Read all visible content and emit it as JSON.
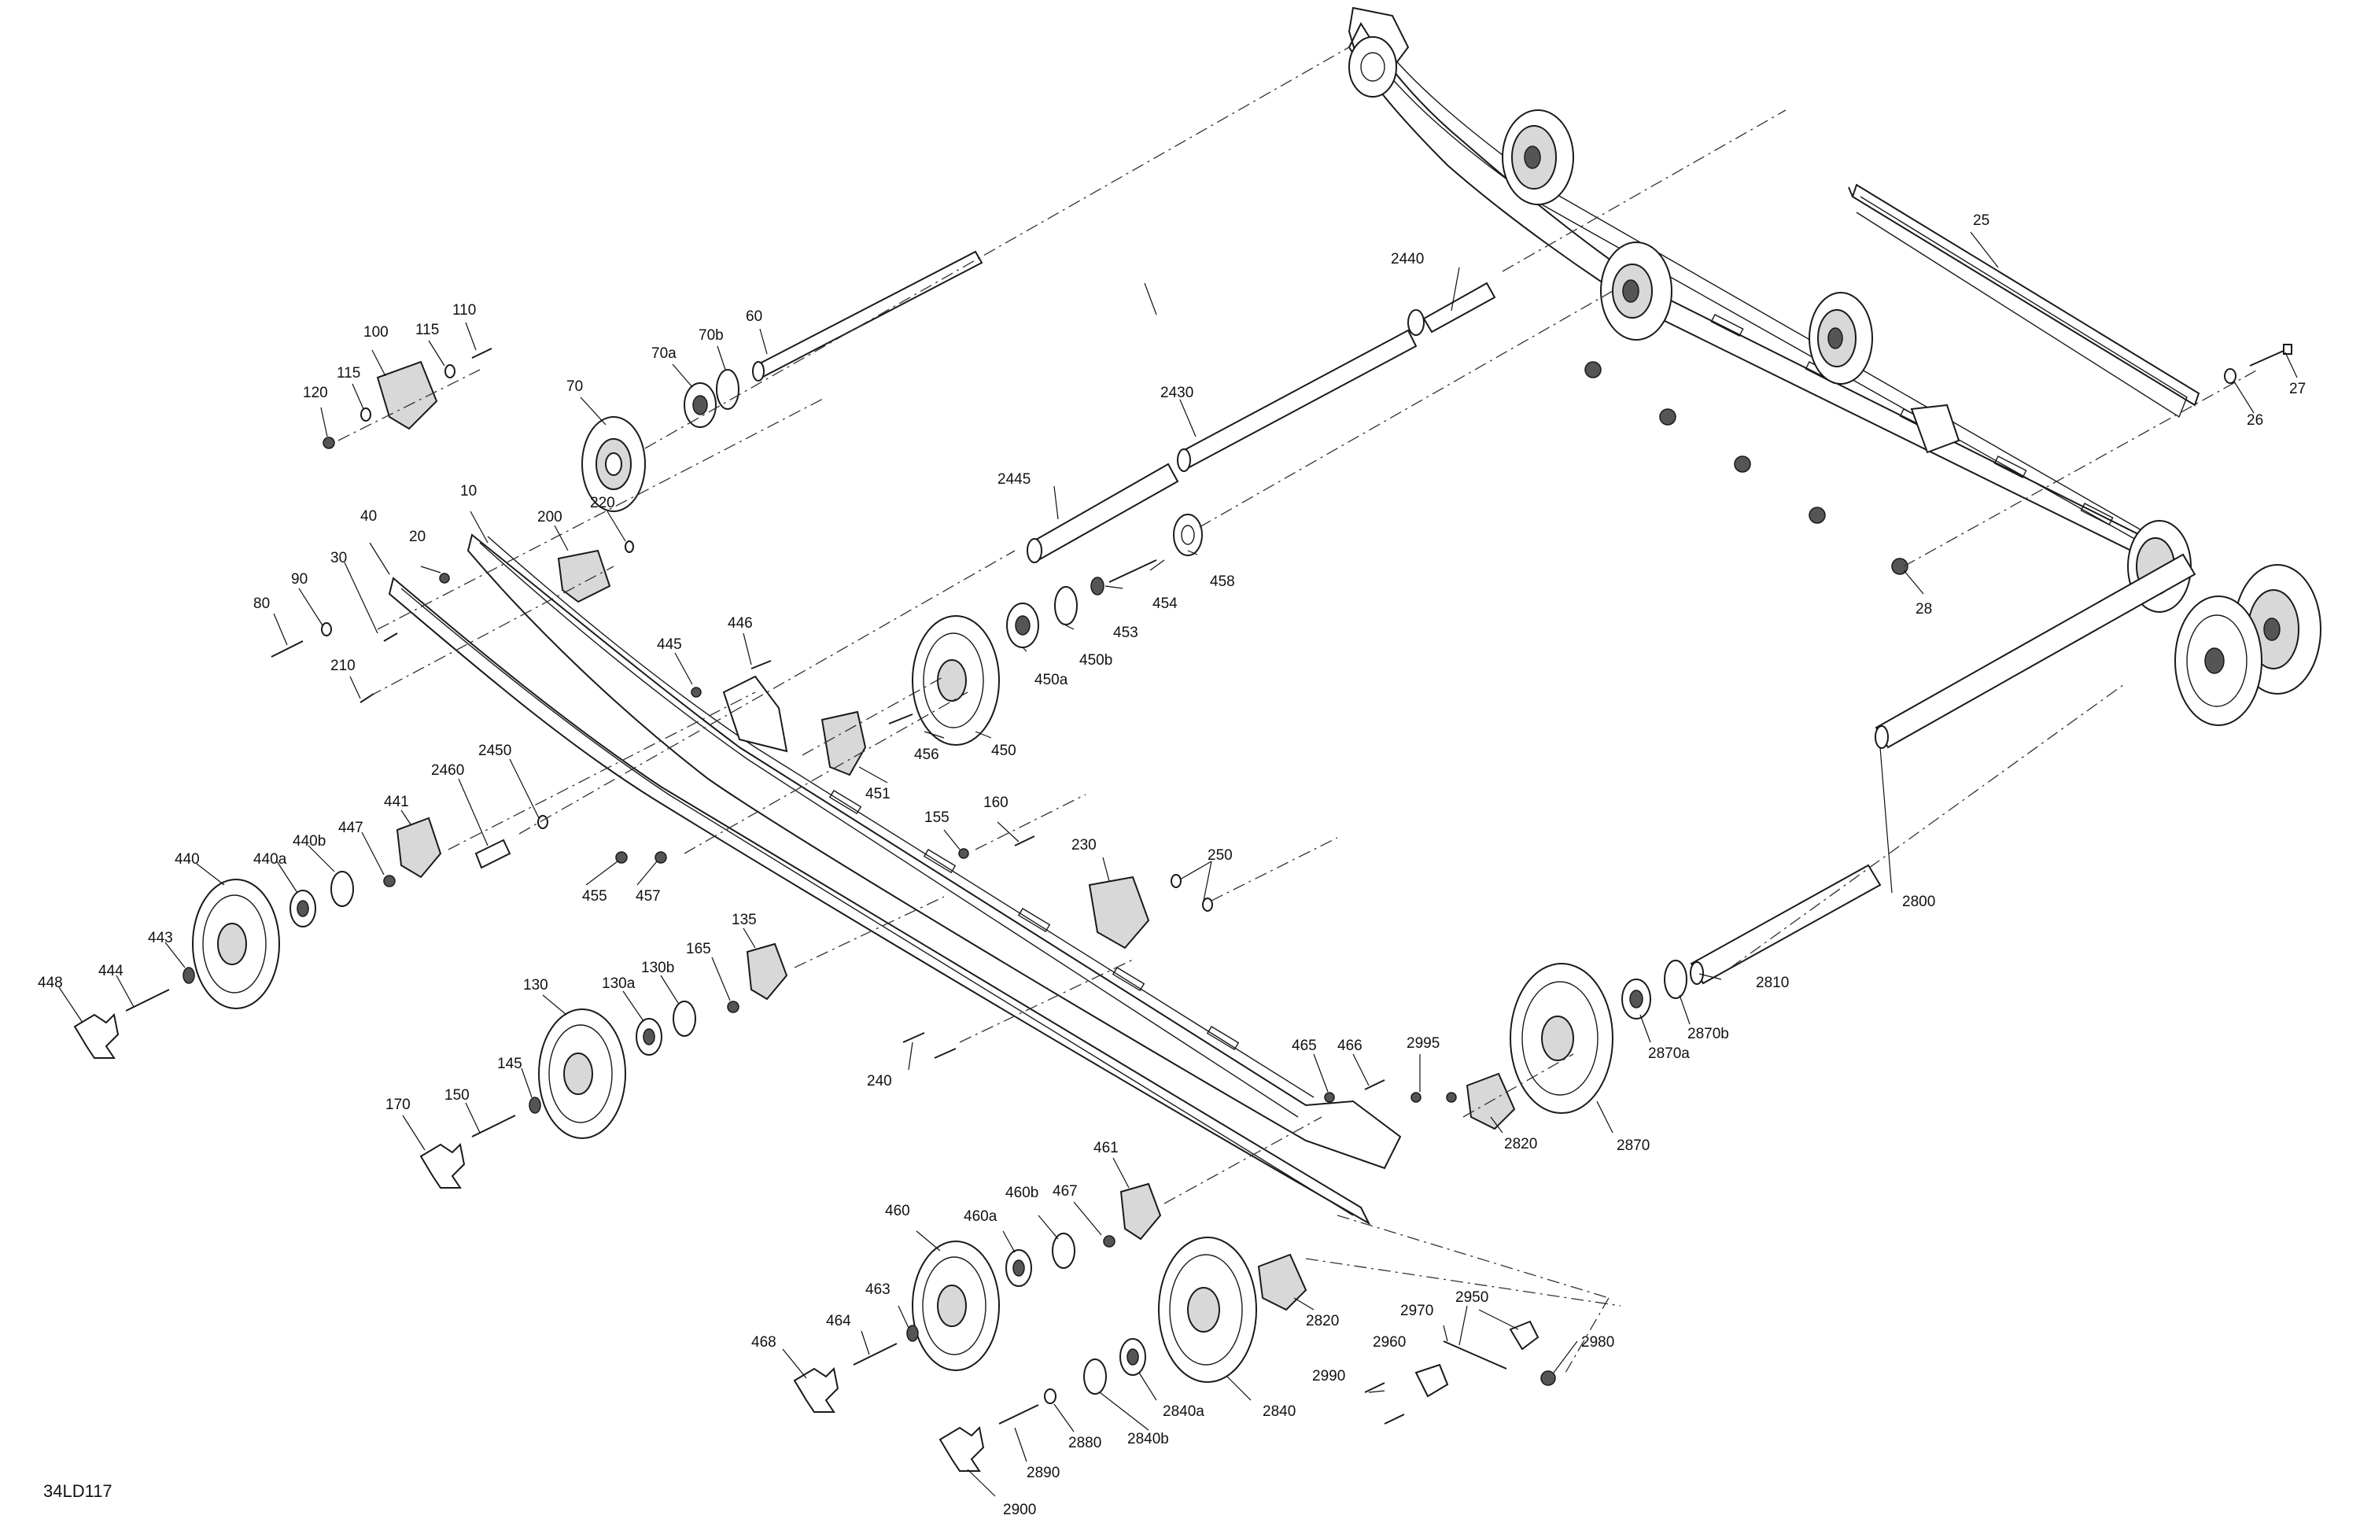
{
  "figure_code": "34LD117",
  "labels": {
    "l10": "10",
    "l20": "20",
    "l25": "25",
    "l26": "26",
    "l27": "27",
    "l28": "28",
    "l30": "30",
    "l40": "40",
    "l60": "60",
    "l70": "70",
    "l70a": "70a",
    "l70b": "70b",
    "l80": "80",
    "l90": "90",
    "l100": "100",
    "l110": "110",
    "l115a": "115",
    "l115b": "115",
    "l120": "120",
    "l130": "130",
    "l130a": "130a",
    "l130b": "130b",
    "l135": "135",
    "l145": "145",
    "l150": "150",
    "l155": "155",
    "l160": "160",
    "l165": "165",
    "l170": "170",
    "l200": "200",
    "l210": "210",
    "l220": "220",
    "l230": "230",
    "l240": "240",
    "l250": "250",
    "l440": "440",
    "l440a": "440a",
    "l440b": "440b",
    "l441": "441",
    "l443": "443",
    "l444": "444",
    "l445": "445",
    "l446": "446",
    "l447": "447",
    "l448": "448",
    "l450": "450",
    "l450a": "450a",
    "l450b": "450b",
    "l451": "451",
    "l453": "453",
    "l454": "454",
    "l455": "455",
    "l456": "456",
    "l457": "457",
    "l458": "458",
    "l460": "460",
    "l460a": "460a",
    "l460b": "460b",
    "l461": "461",
    "l463": "463",
    "l464": "464",
    "l465": "465",
    "l466": "466",
    "l467": "467",
    "l468": "468",
    "l2430": "2430",
    "l2440": "2440",
    "l2445": "2445",
    "l2450": "2450",
    "l2460": "2460",
    "l2800": "2800",
    "l2810": "2810",
    "l2820a": "2820",
    "l2820b": "2820",
    "l2840": "2840",
    "l2840a": "2840a",
    "l2840b": "2840b",
    "l2870": "2870",
    "l2870a": "2870a",
    "l2870b": "2870b",
    "l2880": "2880",
    "l2890": "2890",
    "l2900": "2900",
    "l2950": "2950",
    "l2960": "2960",
    "l2970": "2970",
    "l2980": "2980",
    "l2990": "2990",
    "l2995": "2995"
  }
}
